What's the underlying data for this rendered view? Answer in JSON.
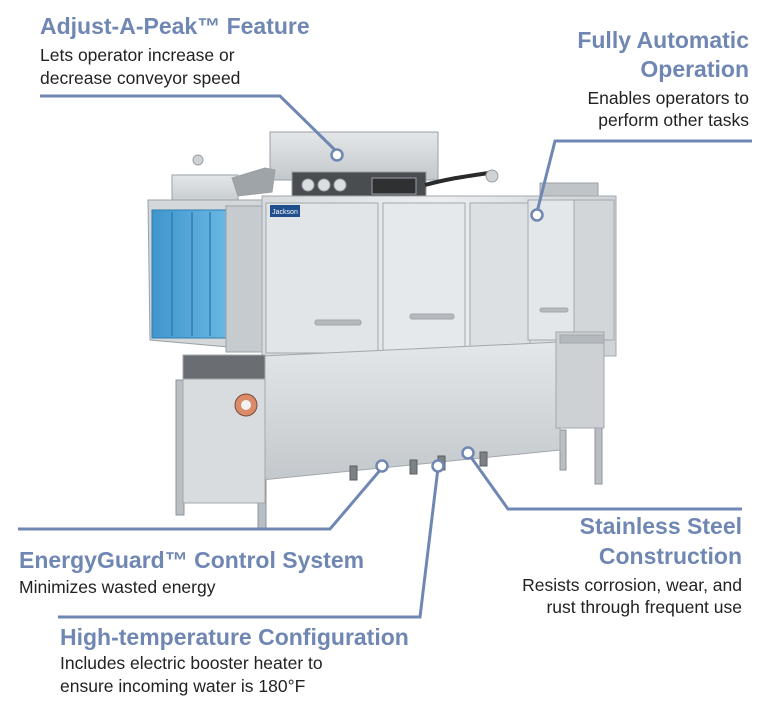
{
  "colors": {
    "accent": "#6f87b2",
    "text": "#222222",
    "steel": "#c9cdd0",
    "panel_blue": "#4ea3d6"
  },
  "machine": {
    "brand_label": "Jackson"
  },
  "callouts": {
    "adjust": {
      "title": "Adjust-A-Peak™ Feature",
      "line1": "Lets operator increase or",
      "line2": "decrease conveyor speed"
    },
    "automatic": {
      "title1": "Fully Automatic",
      "title2": "Operation",
      "line1": "Enables operators to",
      "line2": "perform other tasks"
    },
    "energy": {
      "title": "EnergyGuard™ Control System",
      "line1": "Minimizes wasted energy"
    },
    "stainless": {
      "title1": "Stainless Steel",
      "title2": "Construction",
      "line1": "Resists corrosion, wear, and",
      "line2": "rust through frequent use"
    },
    "hightemp": {
      "title": "High-temperature Configuration",
      "line1": "Includes electric booster heater to",
      "line2": "ensure incoming water is 180°F"
    }
  }
}
